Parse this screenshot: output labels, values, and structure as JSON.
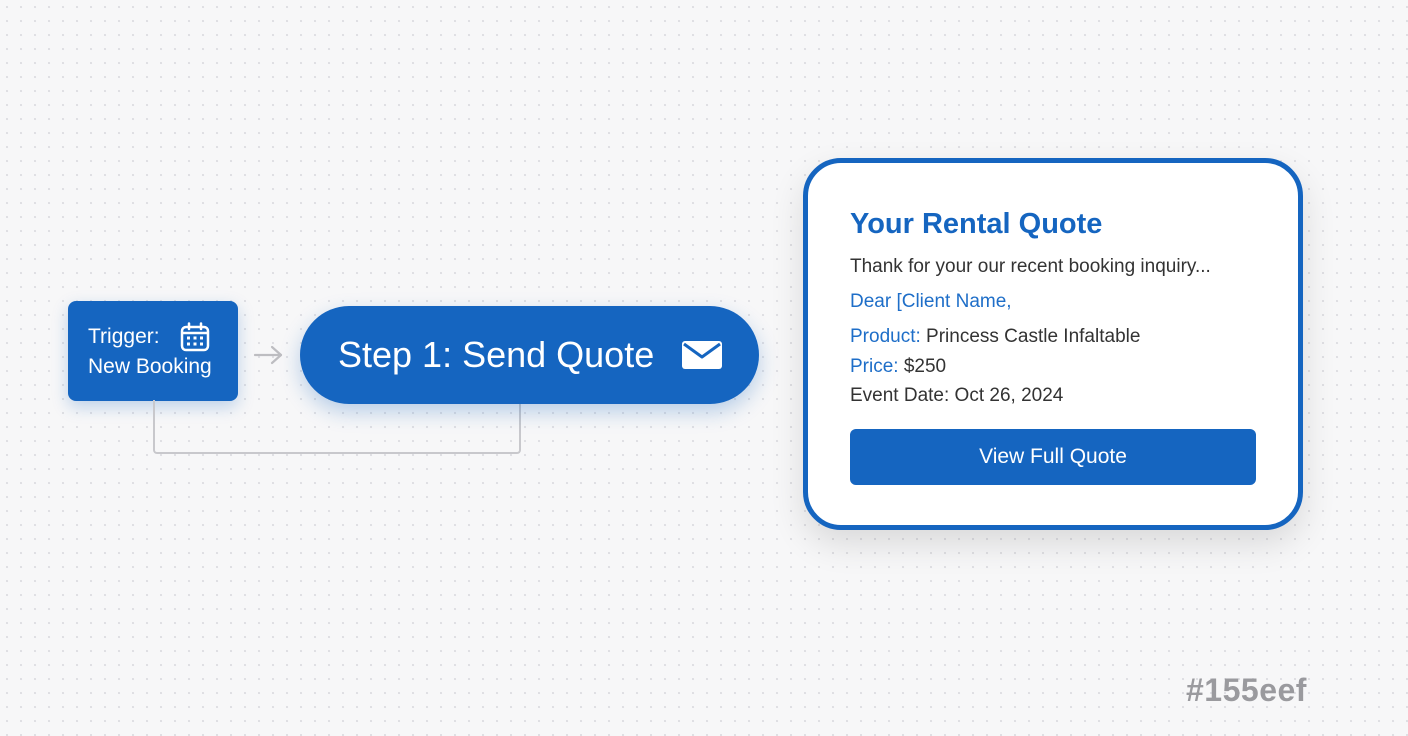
{
  "trigger": {
    "line1": "Trigger:",
    "line2": "New Booking",
    "icon": "calendar-icon"
  },
  "step": {
    "label": "Step 1: Send Quote",
    "icon": "mail-icon"
  },
  "quote_card": {
    "title": "Your Rental Quote",
    "intro": "Thank for your our recent booking inquiry...",
    "salutation": "Dear [Client Name,",
    "product_key": "Product:",
    "product_value": " Princess Castle Infaltable",
    "price_key": "Price:",
    "price_value": " $250",
    "event_date": "Event Date: Oct 26, 2024",
    "button_label": "View Full Quote"
  },
  "color_code": "#155eef",
  "colors": {
    "primary": "#1565c0",
    "accent_text": "#1e6ec8",
    "connector": "#c8c8cc"
  }
}
